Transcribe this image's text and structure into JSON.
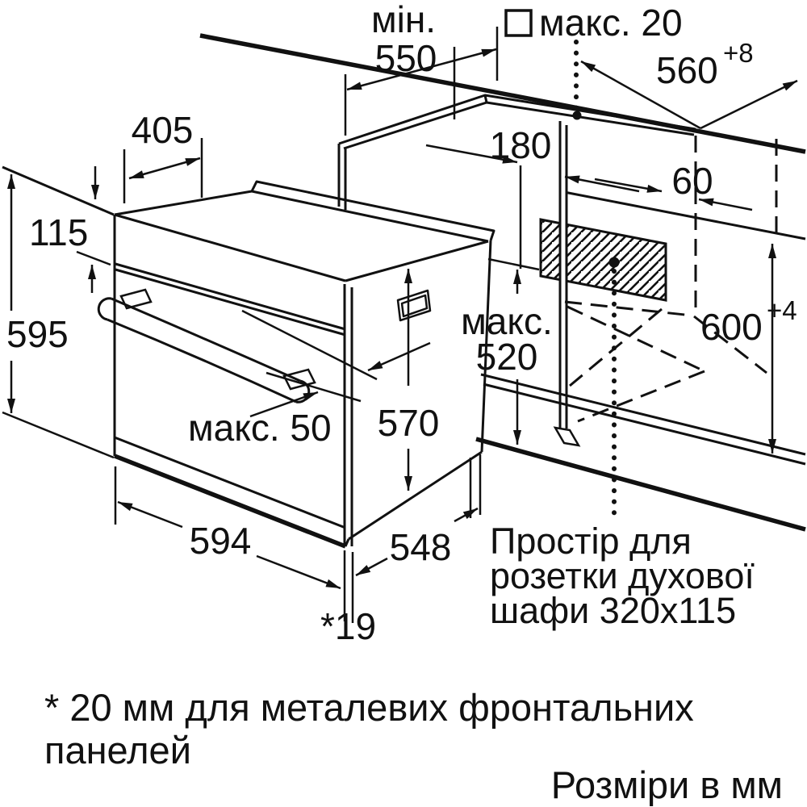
{
  "diagram_type": "oven installation drawing",
  "language": "uk",
  "colors": {
    "line": "#111111",
    "background": "#ffffff"
  },
  "dimensions": {
    "counter_min_depth_prefix": "мін.",
    "counter_min_depth": "550",
    "hob_max_thickness": "макс. 20",
    "niche_width": "560",
    "niche_width_tolerance": "+8",
    "top_depth": "405",
    "offset_180": "180",
    "offset_60": "60",
    "panel_height": "115",
    "oven_height": "595",
    "max_depth_word": "макс.",
    "max_depth_value": "520",
    "body_height": "570",
    "door_protrusion": "макс. 50",
    "niche_height": "600",
    "niche_height_tolerance": "+4",
    "oven_width": "594",
    "body_depth": "548",
    "front_gap": "*19"
  },
  "notes": {
    "socket_line1": "Простір для",
    "socket_line2": "розетки духової",
    "socket_line3": "шафи 320x115",
    "footnote_line1": "* 20 мм для металевих фронтальних",
    "footnote_line2": "панелей",
    "units": "Розміри в мм"
  }
}
